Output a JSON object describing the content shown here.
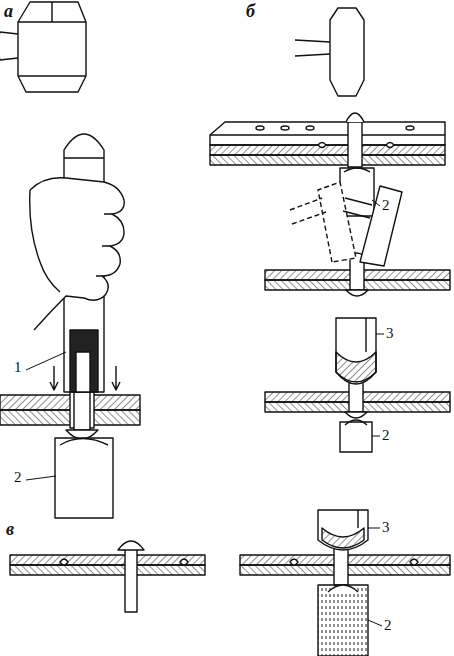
{
  "diagram": {
    "labels": [
      "а",
      "б",
      "1",
      "2",
      "2",
      "3",
      "2",
      "в",
      "3",
      "2"
    ]
  }
}
